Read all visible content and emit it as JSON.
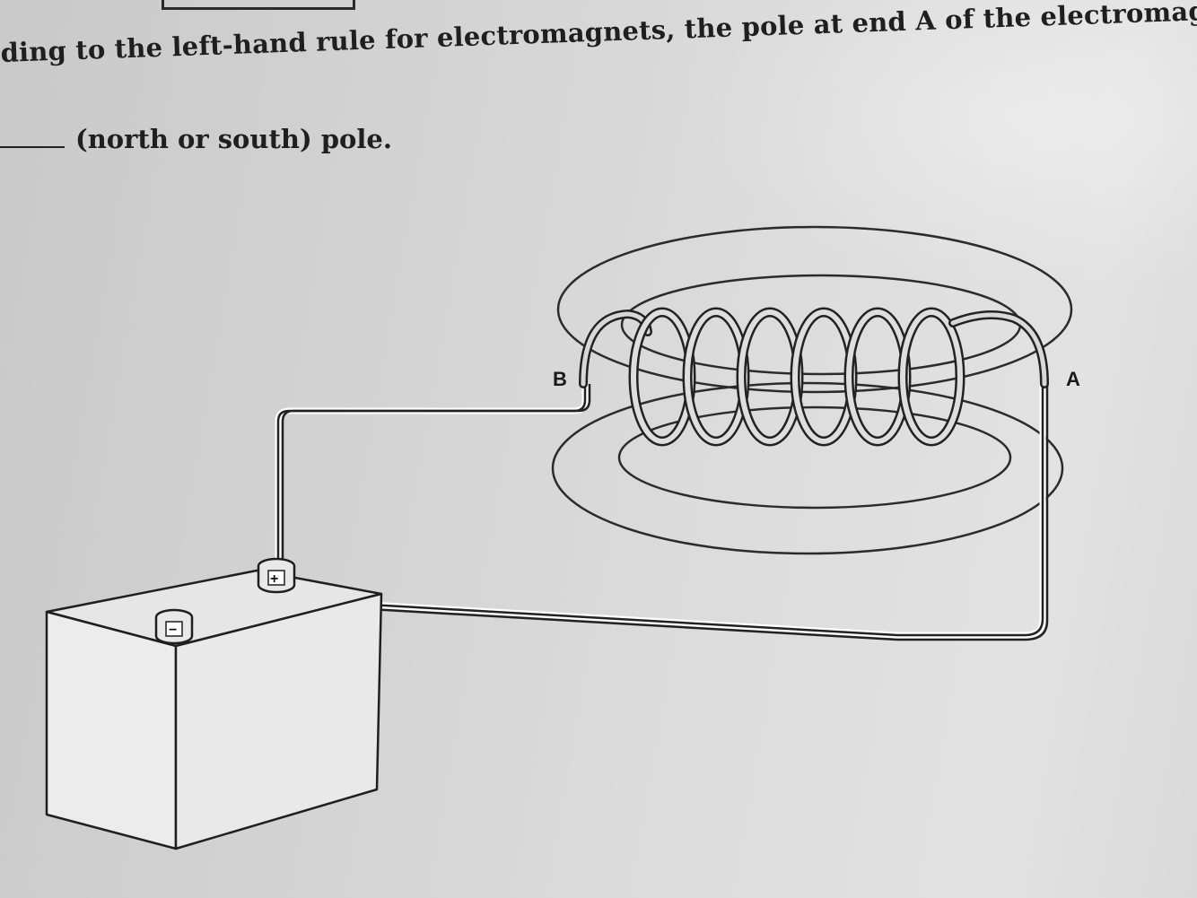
{
  "question": {
    "line1": "ding to the left-hand rule for electromagnets, the pole at end A of the electromagnet is",
    "line2_suffix": "(north or south) pole."
  },
  "diagram": {
    "end_a_label": "A",
    "end_b_label": "B",
    "positive_terminal": "+",
    "negative_terminal": "−"
  }
}
